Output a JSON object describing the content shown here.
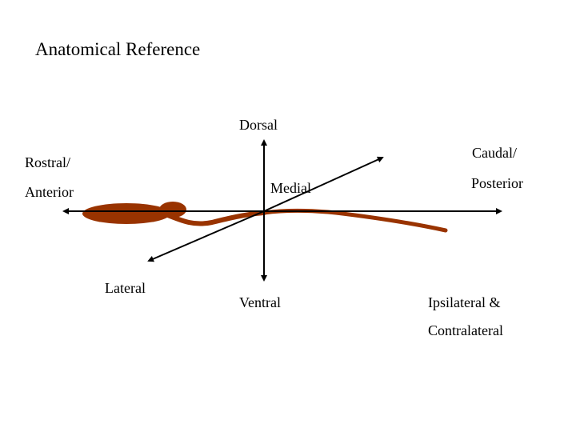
{
  "slide": {
    "title": "Anatomical Reference"
  },
  "labels": {
    "dorsal": "Dorsal",
    "ventral": "Ventral",
    "rostral": "Rostral/",
    "anterior": "Anterior",
    "caudal": "Caudal/",
    "posterior": "Posterior",
    "medial": "Medial",
    "lateral": "Lateral",
    "ipsilateral": "Ipsilateral &",
    "contralateral": "Contralateral"
  },
  "colors": {
    "axis": "#000000",
    "organism": "#993300"
  }
}
